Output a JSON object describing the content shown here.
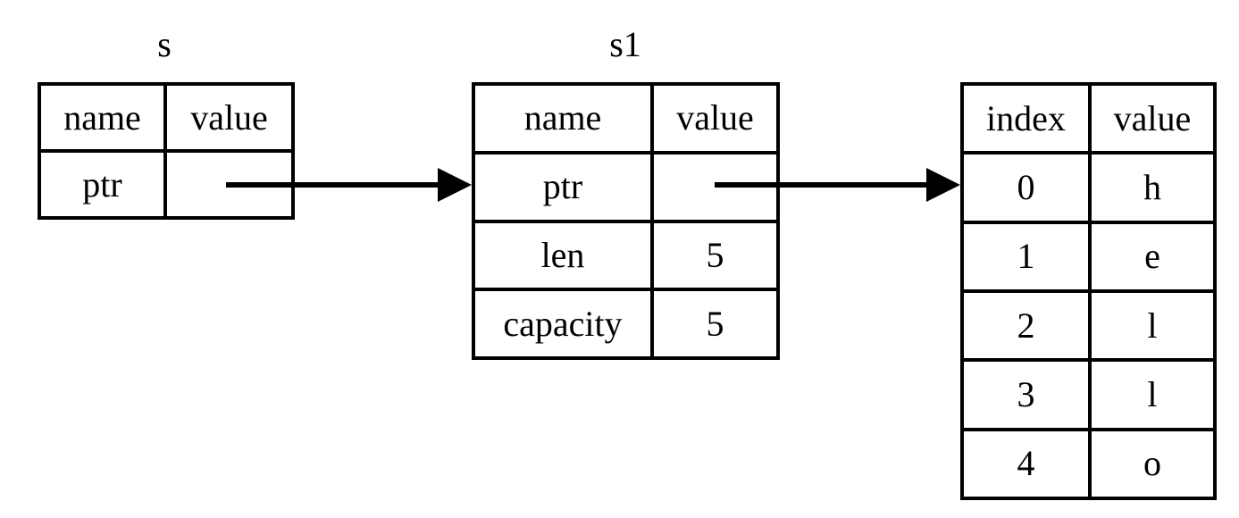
{
  "diagram": {
    "title_s": "s",
    "title_s1": "s1",
    "tables": {
      "s": {
        "caption": "s",
        "headers": [
          "name",
          "value"
        ],
        "rows": [
          {
            "name": "ptr",
            "value": ""
          }
        ]
      },
      "s1": {
        "caption": "s1",
        "headers": [
          "name",
          "value"
        ],
        "rows": [
          {
            "name": "ptr",
            "value": ""
          },
          {
            "name": "len",
            "value": "5"
          },
          {
            "name": "capacity",
            "value": "5"
          }
        ]
      },
      "buffer": {
        "caption": "",
        "headers": [
          "index",
          "value"
        ],
        "rows": [
          {
            "index": "0",
            "value": "h"
          },
          {
            "index": "1",
            "value": "e"
          },
          {
            "index": "2",
            "value": "l"
          },
          {
            "index": "3",
            "value": "l"
          },
          {
            "index": "4",
            "value": "o"
          }
        ]
      }
    },
    "arrows": [
      {
        "name": "s-ptr-to-s1",
        "from": "s.ptr",
        "to": "s1"
      },
      {
        "name": "s1-ptr-to-buffer",
        "from": "s1.ptr",
        "to": "buffer"
      }
    ],
    "colors": {
      "stroke": "#000000",
      "background": "#ffffff",
      "text": "#000000"
    }
  }
}
